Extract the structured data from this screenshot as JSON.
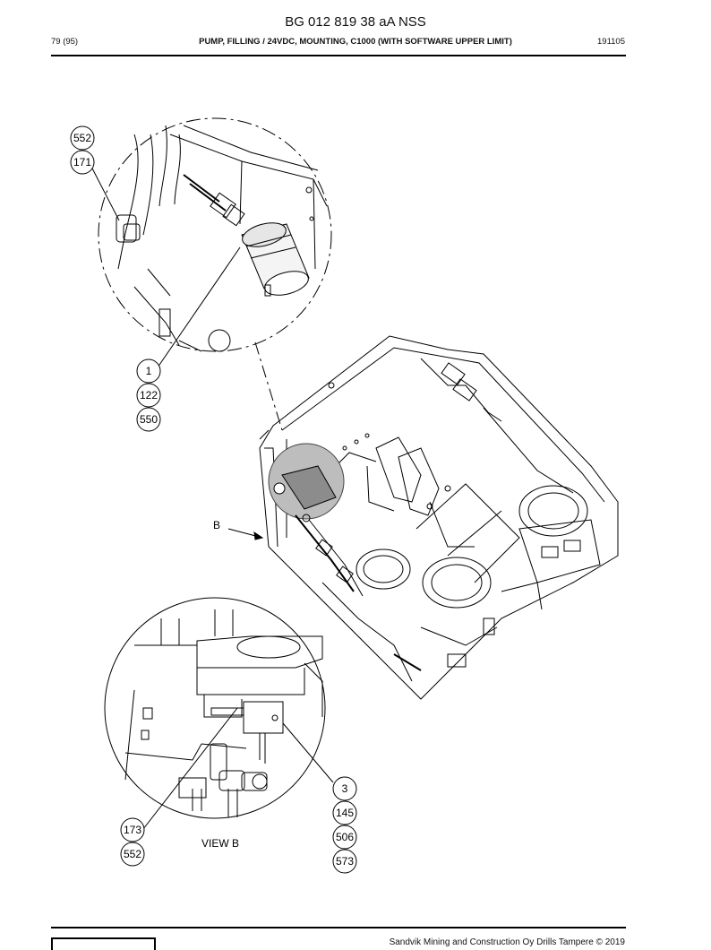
{
  "header": {
    "doc_title": "BG 012 819 38 aA NSS",
    "page": "79 (95)",
    "section_title": "PUMP, FILLING / 24VDC, MOUNTING, C1000 (WITH SOFTWARE UPPER LIMIT)",
    "date_code": "191105"
  },
  "callouts": {
    "detail_top": [
      "552",
      "171"
    ],
    "detail_mid": [
      "1",
      "122",
      "550"
    ],
    "view_arrow": "B",
    "view_label": "VIEW B",
    "view_left": [
      "173",
      "552"
    ],
    "view_right": [
      "3",
      "145",
      "506",
      "573"
    ]
  },
  "footer": {
    "copyright": "Sandvik Mining and Construction Oy Drills Tampere © 2019"
  }
}
